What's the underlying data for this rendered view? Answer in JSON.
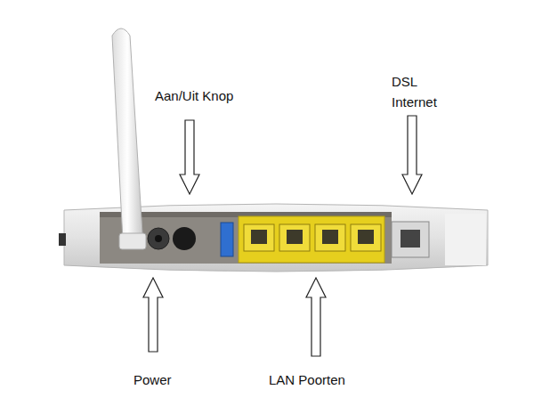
{
  "diagram": {
    "labels": [
      "Aan/Uit Knop",
      "DSL Internet",
      "Power",
      "LAN Poorten"
    ]
  }
}
